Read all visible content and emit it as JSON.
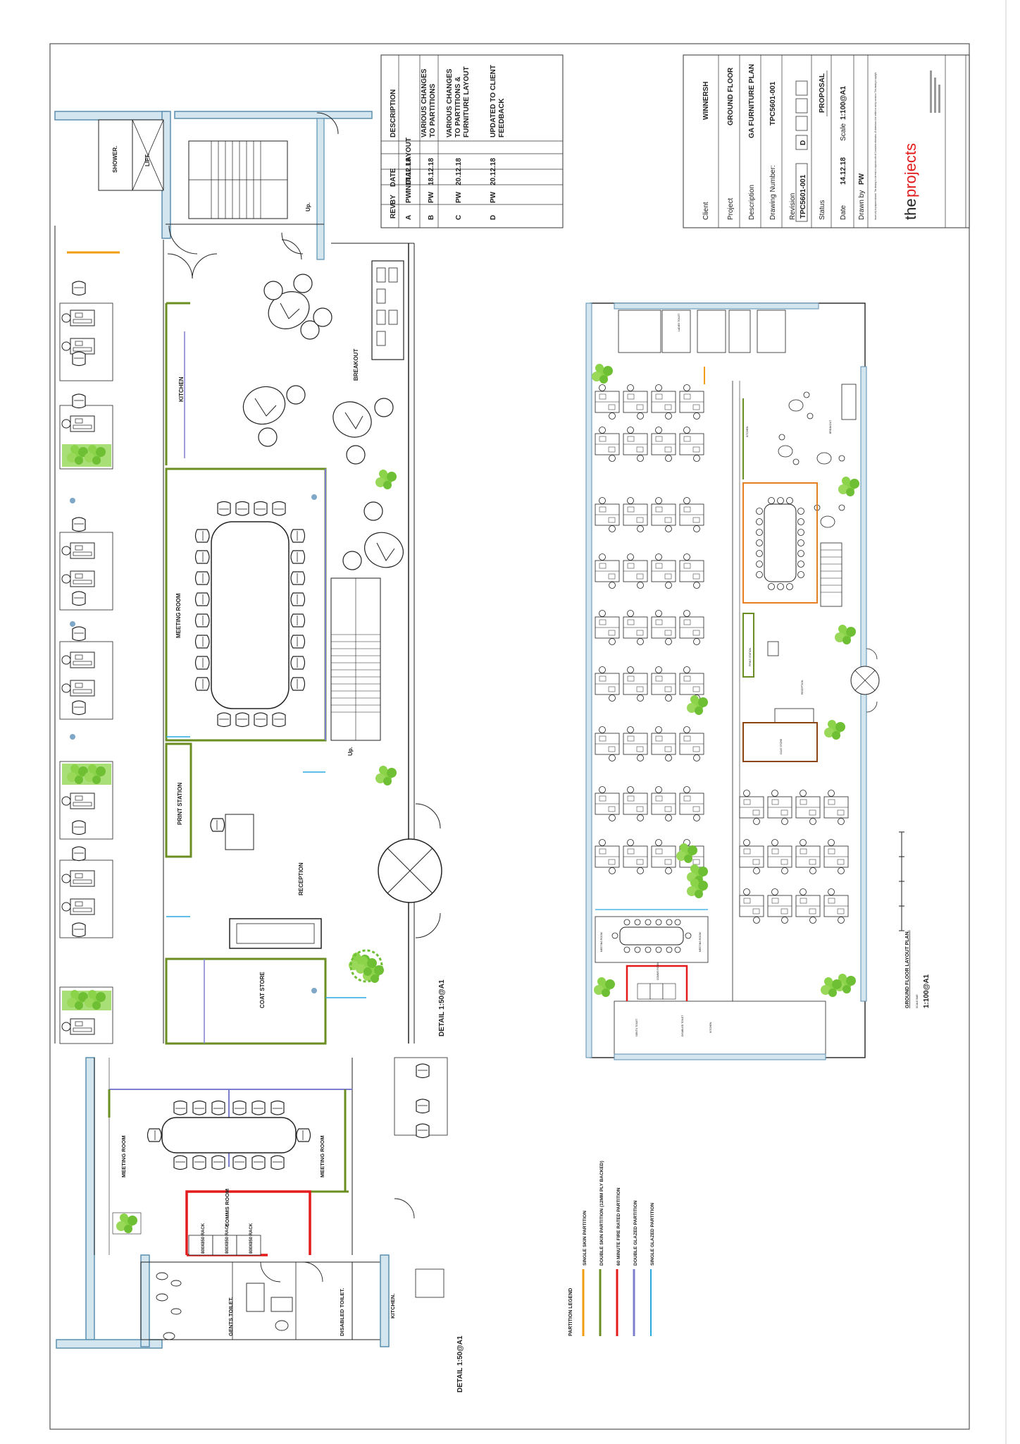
{
  "revisions": {
    "headers": {
      "rev": "REV",
      "by": "BY",
      "date": "DATE",
      "desc": "DESCRIPTION"
    },
    "rows": [
      {
        "rev": "A",
        "by": "PW",
        "date": "14.12.18",
        "desc1": "INITIAL LAYOUT",
        "desc2": ""
      },
      {
        "rev": "B",
        "by": "PW",
        "date": "18.12.18",
        "desc1": "VARIOUS CHANGES",
        "desc2": "TO PARTITIONS"
      },
      {
        "rev": "C",
        "by": "PW",
        "date": "20.12.18",
        "desc1": "VARIOUS CHANGES",
        "desc2": "TO PARTITIONS &",
        "desc3": "FURNITURE LAYOUT"
      },
      {
        "rev": "D",
        "by": "PW",
        "date": "20.12.18",
        "desc1": "UPDATED TO CLIENT",
        "desc2": "FEEDBACK"
      }
    ]
  },
  "title_block": {
    "client_label": "Client",
    "client": "WINNERSH",
    "project_label": "Project",
    "project": "GROUND FLOOR",
    "description_label": "Description",
    "description": "GA FURNITURE PLAN",
    "drawing_number_label": "Drawing Number:",
    "drawing_number": "TPC5601-001",
    "revision_label": "Revision",
    "revision_code": "TPC5601-001",
    "revision": "D",
    "status_label": "Status",
    "status": "PROPOSAL",
    "date_label": "Date",
    "date": "14.12.18",
    "scale_label": "Scale",
    "scale": "1:100@A1",
    "drawn_by_label": "Drawn by",
    "drawn_by": "PW",
    "note": "Issued only for purpose indicated. This drawing is to be read in conjunction with all Consultants information. All dimensions to be verified on site by contractor. This drawing is copyright.",
    "logo_the": "the",
    "logo_projects": "projects"
  },
  "detail_a": {
    "rooms": {
      "shower": "SHOWER.",
      "lift": "LIFT.",
      "up1": "Up.",
      "kitchen": "KITCHEN",
      "breakout": "BREAKOUT",
      "meeting": "MEETING ROOM",
      "print": "PRINT STATION",
      "reception": "RECEPTION",
      "coat": "COAT STORE",
      "up2": "Up."
    },
    "caption": "DETAIL 1:50@A1"
  },
  "detail_b": {
    "rooms": {
      "meeting_left": "MEETING ROOM",
      "meeting_right": "MEETING ROOM",
      "comms": "COMMS ROOM",
      "rack1": "800X850 RACK",
      "rack2": "800X850 RACK",
      "rack3": "800X850 RACK",
      "gents": "GENTS TOILET.",
      "disabled": "DISABLED TOILET.",
      "kitchen": "KITCHEN."
    },
    "caption": "DETAIL 1:50@A1"
  },
  "overall_plan": {
    "labels": {
      "ladies": "LADIES TOILET",
      "kitchen": "KITCHEN",
      "breakout": "BREAKOUT",
      "print": "PRINT STATION",
      "reception": "RECEPTION",
      "coat": "COAT STORE",
      "meeting_l": "MEETING ROOM",
      "comms": "COMMS ROOM",
      "meeting_r": "MEETING ROOM",
      "gents": "GENTS TOILET",
      "disabled": "DISABLED TOILET",
      "kitchen2": "KITCHEN"
    },
    "title": "GROUND FLOOR LAYOUT PLAN.",
    "scale": "1:100@A1",
    "scale_bar_label": "SCALE BAR"
  },
  "legend": {
    "title": "PARTITION LEGEND",
    "items": [
      {
        "label": "SINGLE SKIN PARTITION",
        "color": "#f39c12"
      },
      {
        "label": "DOUBLE SKIN PARTITION (12MM PLY BACKED)",
        "color": "#6b8e23"
      },
      {
        "label": "60 MINUTE FIRE RATED PARTITION",
        "color": "#e31b1b"
      },
      {
        "label": "DOUBLE GLAZED PARTITION",
        "color": "#7d7dcf"
      },
      {
        "label": "SINGLE GLAZED PARTITION",
        "color": "#29a9e0"
      }
    ]
  },
  "colors": {
    "wall": "#5b8fb0",
    "wallFill": "#d3e5ef",
    "ink": "#222222",
    "plant": "#7cc43a",
    "fire": "#e31b1b",
    "glazed": "#29a9e0",
    "double": "#6b8e23",
    "single": "#f39c12"
  }
}
